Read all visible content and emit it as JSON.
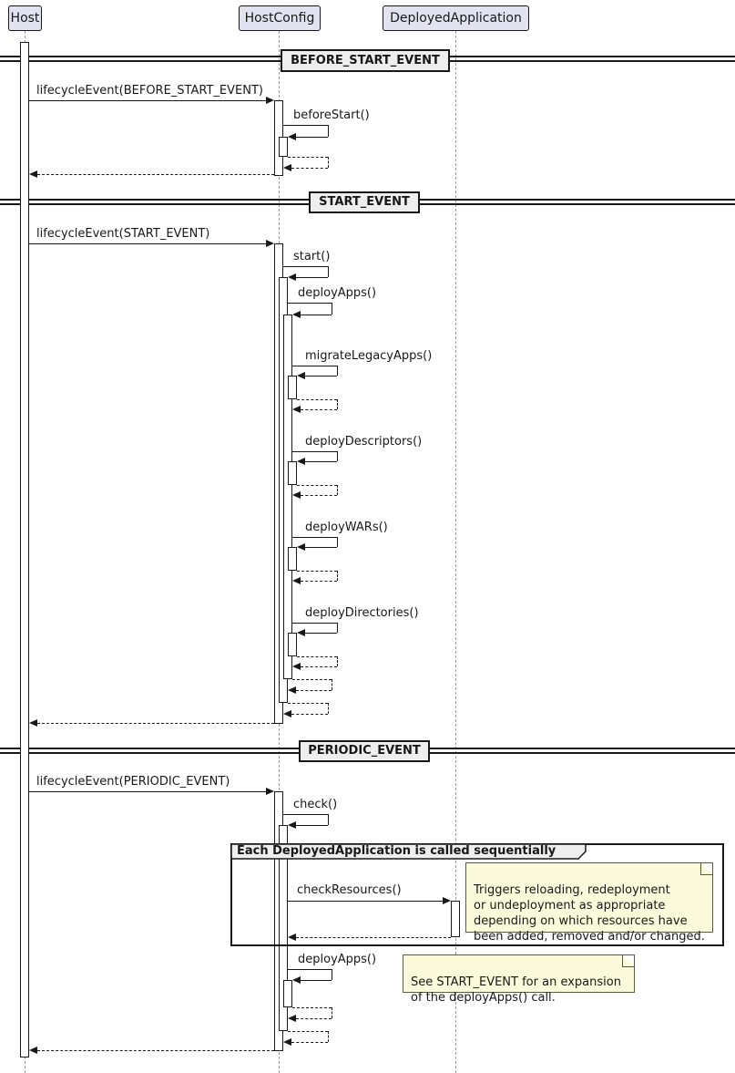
{
  "participants": [
    {
      "id": "host",
      "label": "Host"
    },
    {
      "id": "hostconfig",
      "label": "HostConfig"
    },
    {
      "id": "deployedapplication",
      "label": "DeployedApplication"
    }
  ],
  "dividers": [
    {
      "label": "BEFORE_START_EVENT"
    },
    {
      "label": "START_EVENT"
    },
    {
      "label": "PERIODIC_EVENT"
    }
  ],
  "messages": {
    "lifecycle_before_start": "lifecycleEvent(BEFORE_START_EVENT)",
    "before_start": "beforeStart()",
    "lifecycle_start": "lifecycleEvent(START_EVENT)",
    "start": "start()",
    "deploy_apps": "deployApps()",
    "migrate_legacy_apps": "migrateLegacyApps()",
    "deploy_descriptors": "deployDescriptors()",
    "deploy_wars": "deployWARs()",
    "deploy_directories": "deployDirectories()",
    "lifecycle_periodic": "lifecycleEvent(PERIODIC_EVENT)",
    "check": "check()",
    "check_resources": "checkResources()"
  },
  "group": {
    "label": "Each DeployedApplication is called sequentially"
  },
  "notes": {
    "check_resources_note": "Triggers reloading, redeployment\nor undeployment as appropriate\ndepending on which resources have\nbeen added, removed and/or changed.",
    "deploy_apps_note": "See START_EVENT for an expansion\nof the deployApps() call."
  },
  "colors": {
    "participant_fill": "#E2E2F0",
    "divider_fill": "#EEEEEE",
    "note_fill": "#FBFBDC",
    "line": "#181818",
    "lifeline": "#9A9A9A"
  }
}
